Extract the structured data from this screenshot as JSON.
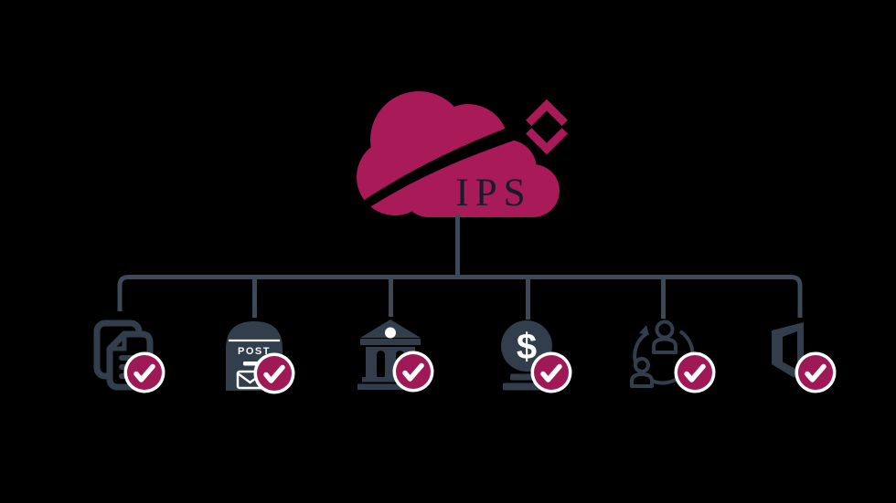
{
  "canvas": {
    "background": "#000000"
  },
  "colors": {
    "brand_magenta": "#a81a58",
    "badge_magenta": "#9e1956",
    "icon_slate": "#323e4b",
    "line_slate": "#3d4956",
    "label_dark": "#141d2b",
    "white": "#ffffff"
  },
  "cloud": {
    "label": "IPS",
    "icon": "cloud-swoosh-icon",
    "accent_icon": "diamond-outline-icon"
  },
  "nodes": [
    {
      "id": "documents",
      "icon": "documents-icon",
      "check_icon": "check-icon"
    },
    {
      "id": "postbox",
      "icon": "postbox-icon",
      "label": "POST",
      "check_icon": "check-icon"
    },
    {
      "id": "bank",
      "icon": "bank-icon",
      "check_icon": "check-icon"
    },
    {
      "id": "money",
      "icon": "dollar-coin-icon",
      "symbol": "$",
      "check_icon": "check-icon"
    },
    {
      "id": "collaboration",
      "icon": "people-cycle-icon",
      "check_icon": "check-icon"
    },
    {
      "id": "office",
      "icon": "office-logo-icon",
      "check_icon": "check-icon"
    }
  ]
}
